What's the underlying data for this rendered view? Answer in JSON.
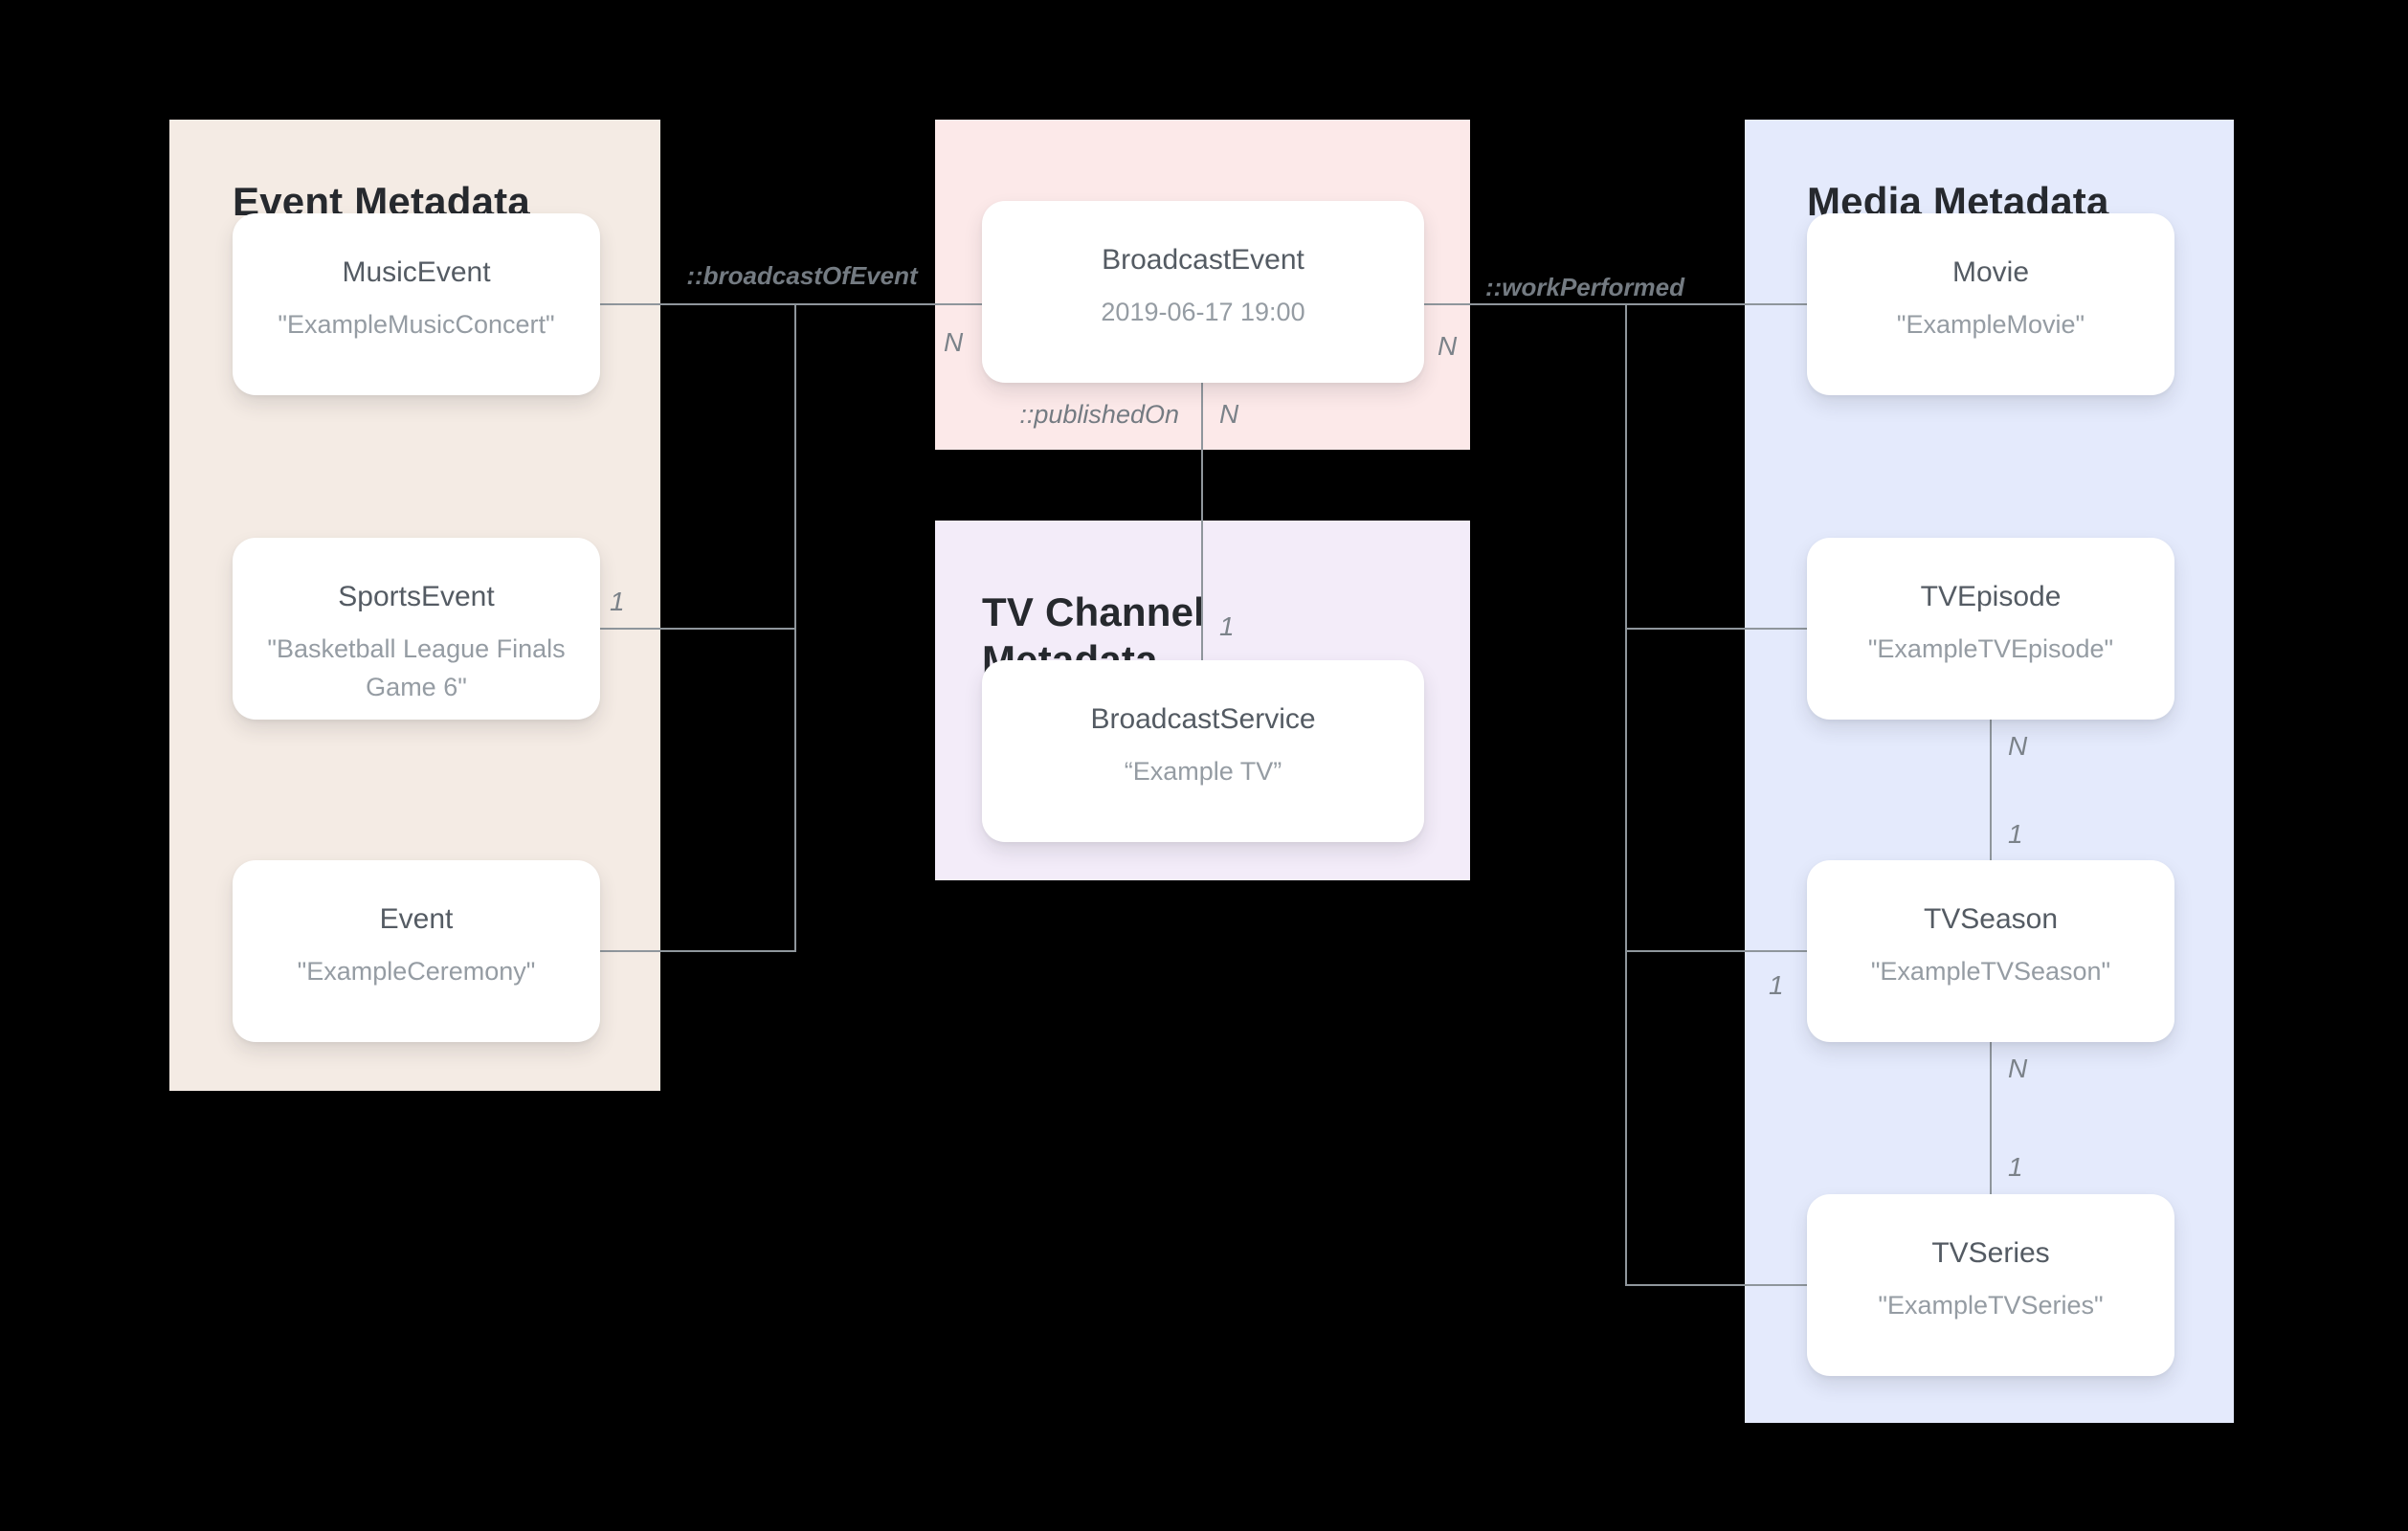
{
  "diagram": {
    "panels": {
      "event_metadata": {
        "title": "Event Metadata",
        "cards": {
          "music_event": {
            "title": "MusicEvent",
            "value": "\"ExampleMusicConcert\""
          },
          "sports_event": {
            "title": "SportsEvent",
            "value": "\"Basketball League Finals Game 6\""
          },
          "event": {
            "title": "Event",
            "value": "\"ExampleCeremony\""
          }
        }
      },
      "broadcast_event_panel": {
        "cards": {
          "broadcast_event": {
            "title": "BroadcastEvent",
            "value": "2019-06-17 19:00"
          }
        }
      },
      "tv_channel_metadata": {
        "title": "TV Channel Metadata",
        "cards": {
          "broadcast_service": {
            "title": "BroadcastService",
            "value": "“Example TV”"
          }
        }
      },
      "media_metadata": {
        "title": "Media Metadata",
        "cards": {
          "movie": {
            "title": "Movie",
            "value": "\"ExampleMovie\""
          },
          "tv_episode": {
            "title": "TVEpisode",
            "value": "\"ExampleTVEpisode\""
          },
          "tv_season": {
            "title": "TVSeason",
            "value": "\"ExampleTVSeason\""
          },
          "tv_series": {
            "title": "TVSeries",
            "value": "\"ExampleTVSeries\""
          }
        }
      }
    },
    "relations": {
      "broadcast_of_event": "::broadcastOfEvent",
      "work_performed": "::workPerformed",
      "published_on": "::publishedOn"
    },
    "cardinalities": {
      "broadcast_event_left_n": "N",
      "broadcast_event_right_n": "N",
      "published_on_n": "N",
      "published_on_1": "1",
      "sports_event_1": "1",
      "tv_season_1": "1",
      "episode_to_season_n": "N",
      "episode_to_season_1": "1",
      "season_to_series_n": "N",
      "season_to_series_1": "1"
    },
    "colors": {
      "background": "#000000",
      "event_panel": "#f4ebe4",
      "broadcast_panel": "#fce9e9",
      "tv_channel_panel": "#f3ecf9",
      "media_panel": "#e4eafc",
      "card": "#ffffff",
      "connector_line": "#8f969c",
      "panel_title_text": "#26292e",
      "card_title_text": "#545b63",
      "card_value_text": "#959ca3",
      "relation_label_text": "#747b82"
    }
  }
}
